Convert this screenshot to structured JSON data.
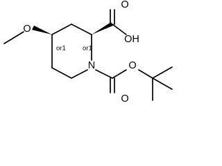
{
  "molecule": {
    "atom_labels": {
      "methoxy_oxygen": "O",
      "acid_carbonyl_oxygen": "O",
      "acid_hydroxyl": "OH",
      "ring_nitrogen": "N",
      "carbamate_carbonyl_oxygen": "O",
      "carbamate_ether_oxygen": "O"
    },
    "stereo_labels": {
      "c4": "or1",
      "c2": "or1"
    }
  }
}
